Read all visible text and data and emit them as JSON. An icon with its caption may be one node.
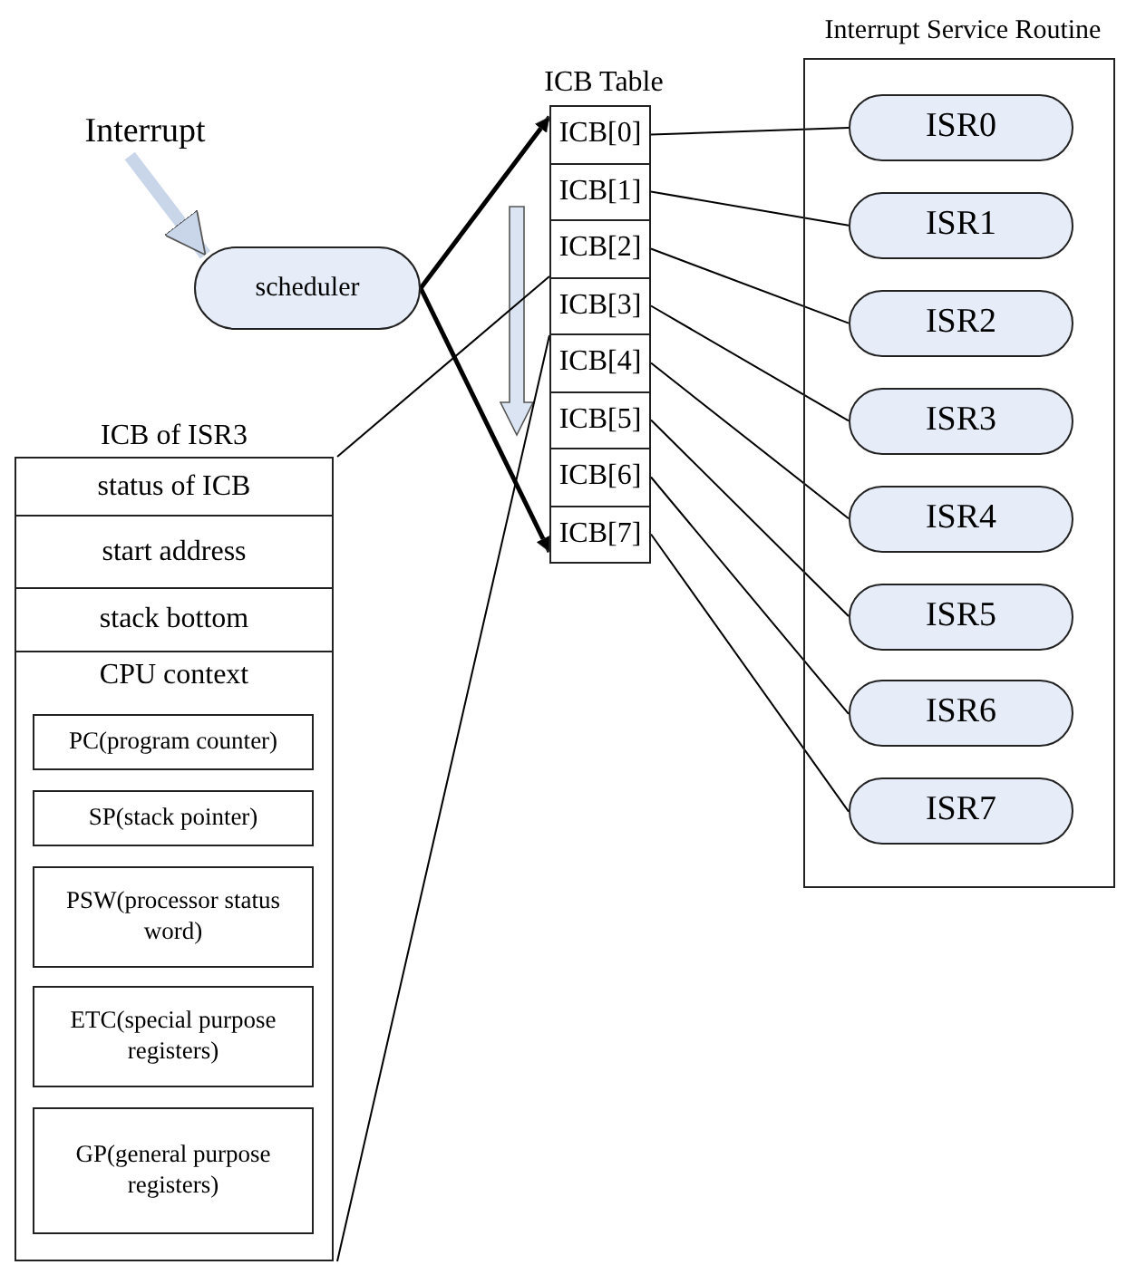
{
  "diagram": {
    "nodes": [
      {
        "text": [
          "Interrupt"
        ]
      },
      {
        "text": [
          "scheduler"
        ]
      },
      {
        "text": [
          "ICB Table"
        ]
      },
      {
        "text": [
          "ICB[0]"
        ],
        "in": 2
      },
      {
        "text": [
          "ICB[1]"
        ],
        "in": 2
      },
      {
        "text": [
          "ICB[2]"
        ],
        "in": 2
      },
      {
        "text": [
          "ICB[3]"
        ],
        "in": 2
      },
      {
        "text": [
          "ICB[4]"
        ],
        "in": 2
      },
      {
        "text": [
          "ICB[5]"
        ],
        "in": 2
      },
      {
        "text": [
          "ICB[6]"
        ],
        "in": 2
      },
      {
        "text": [
          "ICB[7]"
        ],
        "in": 2
      },
      {
        "text": [
          "Interrupt Service Routine"
        ]
      },
      {
        "text": [
          "ISR0"
        ],
        "in": 11
      },
      {
        "text": [
          "ISR1"
        ],
        "in": 11
      },
      {
        "text": [
          "ISR2"
        ],
        "in": 11
      },
      {
        "text": [
          "ISR3"
        ],
        "in": 11
      },
      {
        "text": [
          "ISR4"
        ],
        "in": 11
      },
      {
        "text": [
          "ISR5"
        ],
        "in": 11
      },
      {
        "text": [
          "ISR6"
        ],
        "in": 11
      },
      {
        "text": [
          "ISR7"
        ],
        "in": 11
      },
      {
        "text": [
          "ICB of ISR3"
        ]
      },
      {
        "text": [
          "status of ICB"
        ],
        "in": 20
      },
      {
        "text": [
          "start address"
        ],
        "in": 20
      },
      {
        "text": [
          "stack bottom"
        ],
        "in": 20
      },
      {
        "text": [
          "CPU context"
        ],
        "in": 20
      },
      {
        "text": [
          "PC(program counter)"
        ],
        "in": 24
      },
      {
        "text": [
          "SP(stack pointer)"
        ],
        "in": 24
      },
      {
        "text": [
          "PSW(processor status word)"
        ],
        "in": 24
      },
      {
        "text": [
          "ETC(special purpose registers)"
        ],
        "in": 24
      },
      {
        "text": [
          "GP(general purpose registers)"
        ],
        "in": 24
      }
    ],
    "edges": [
      {
        "from": 0,
        "to": 1,
        "arrow": "to",
        "style": "thick",
        "color": "#c9d6ea"
      },
      {
        "from": 1,
        "to": 3,
        "arrow": "to",
        "style": "thick"
      },
      {
        "from": 1,
        "to": 10,
        "arrow": "to",
        "style": "thick"
      },
      {
        "from": 3,
        "to": 12,
        "arrow": "none"
      },
      {
        "from": 4,
        "to": 13,
        "arrow": "none"
      },
      {
        "from": 5,
        "to": 14,
        "arrow": "none"
      },
      {
        "from": 6,
        "to": 15,
        "arrow": "none"
      },
      {
        "from": 7,
        "to": 16,
        "arrow": "none"
      },
      {
        "from": 8,
        "to": 17,
        "arrow": "none"
      },
      {
        "from": 9,
        "to": 18,
        "arrow": "none"
      },
      {
        "from": 10,
        "to": 19,
        "arrow": "none"
      },
      {
        "from": 6,
        "to": 20,
        "arrow": "none"
      },
      {
        "from": 6,
        "to": 20,
        "arrow": "none"
      }
    ]
  }
}
